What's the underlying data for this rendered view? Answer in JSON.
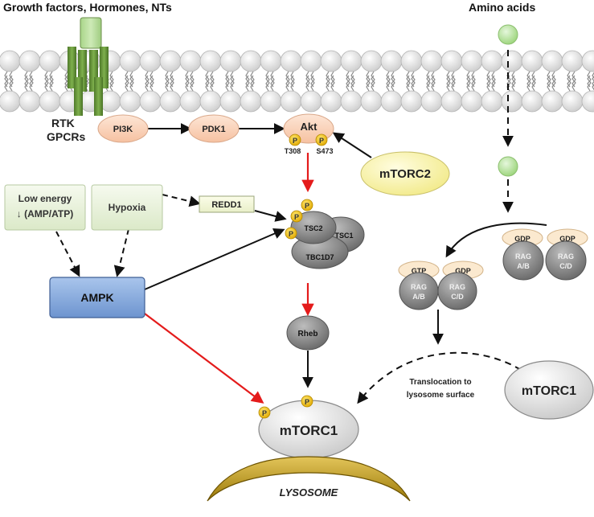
{
  "header": {
    "signals": "Growth factors, Hormones, NTs",
    "amino_acids": "Amino acids"
  },
  "receptor": {
    "line1": "RTK",
    "line2": "GPCRs"
  },
  "nodes": {
    "pi3k": "PI3K",
    "pdk1": "PDK1",
    "akt": "Akt",
    "mtorc2": "mTORC2",
    "redd1": "REDD1",
    "tsc2": "TSC2",
    "tsc1": "TSC1",
    "tbc1d7": "TBC1D7",
    "rheb": "Rheb",
    "ampk": "AMPK",
    "hypoxia": "Hypoxia",
    "low_energy_line1": "Low energy",
    "low_energy_line2": "↓ (AMP/ATP)",
    "mtorc1_free": "mTORC1",
    "mtorc1_lysosome": "mTORC1",
    "lysosome": "LYSOSOME"
  },
  "sites": {
    "t308": "T308",
    "s473": "S473"
  },
  "phospho_label": "P",
  "rag_inactive": {
    "left_nucleotide": "GDP",
    "right_nucleotide": "GDP",
    "left_line1": "RAG",
    "left_line2": "A/B",
    "right_line1": "RAG",
    "right_line2": "C/D"
  },
  "rag_active": {
    "left_nucleotide": "GTP",
    "right_nucleotide": "GDP",
    "left_line1": "RAG",
    "left_line2": "A/B",
    "right_line1": "RAG",
    "right_line2": "C/D"
  },
  "translocation": {
    "line1": "Translocation to",
    "line2": "lysosome surface"
  },
  "colors": {
    "inhibit_arrow": "#e41b1b",
    "activate_arrow": "#111111",
    "phospho": "#f2c200",
    "membrane_bead": "#d8d8d8",
    "ampk": "#7ea6dc",
    "mtorc": "#f8f3a8",
    "pink_node": "#fad4bb",
    "green_box": "#eaf3de",
    "amino_acid": "#b9e5a4",
    "lysosome": "#c9a21a"
  }
}
